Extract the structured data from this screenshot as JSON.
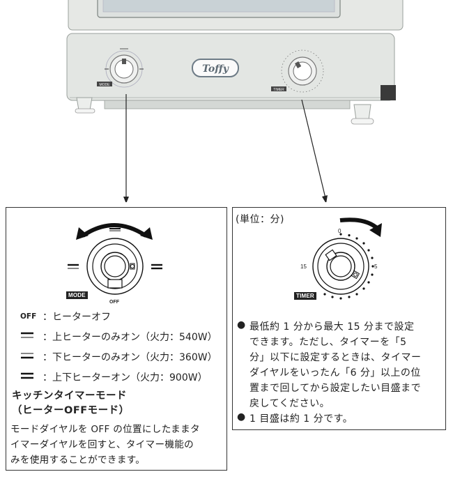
{
  "toaster": {
    "logo": "Toffy",
    "mode_label": "MODE",
    "timer_label": "TIMER",
    "brand_color": "#6d7b86",
    "body_color": "#e3e6e3"
  },
  "mode_panel": {
    "badge": "MODE",
    "off_dial_label": "OFF",
    "rows": [
      {
        "symbol": "OFF",
        "text": "：ヒーターオフ"
      },
      {
        "symbol": "top",
        "text": "：上ヒーターのみオン（火力：540W）"
      },
      {
        "symbol": "bottom",
        "text": "：下ヒーターのみオン（火力：360W）"
      },
      {
        "symbol": "both",
        "text": "：上下ヒーターオン（火力：900W）"
      }
    ],
    "heading_line1": "キッチンタイマーモード",
    "heading_line2": "（ヒーターOFFモード）",
    "body_lines": [
      "モードダイヤルを OFF の位置にしたままタ",
      "イマーダイヤルを回すと、タイマー機能の",
      "みを使用することができます。"
    ]
  },
  "timer_panel": {
    "unit": "(単位：分)",
    "badge": "TIMER",
    "tick_labels": [
      "0",
      "5",
      "15"
    ],
    "bullet_symbol": "●",
    "bullet1_lines": [
      "最低約 1 分から最大 15 分まで設定",
      "できます。ただし、タイマーを「5",
      "分」以下に設定するときは、タイマー",
      "ダイヤルをいったん「6 分」以上の位",
      "置まで回してから設定したい目盛まで",
      "戻してください。"
    ],
    "bullet2": "1 目盛は約 1 分です。"
  }
}
